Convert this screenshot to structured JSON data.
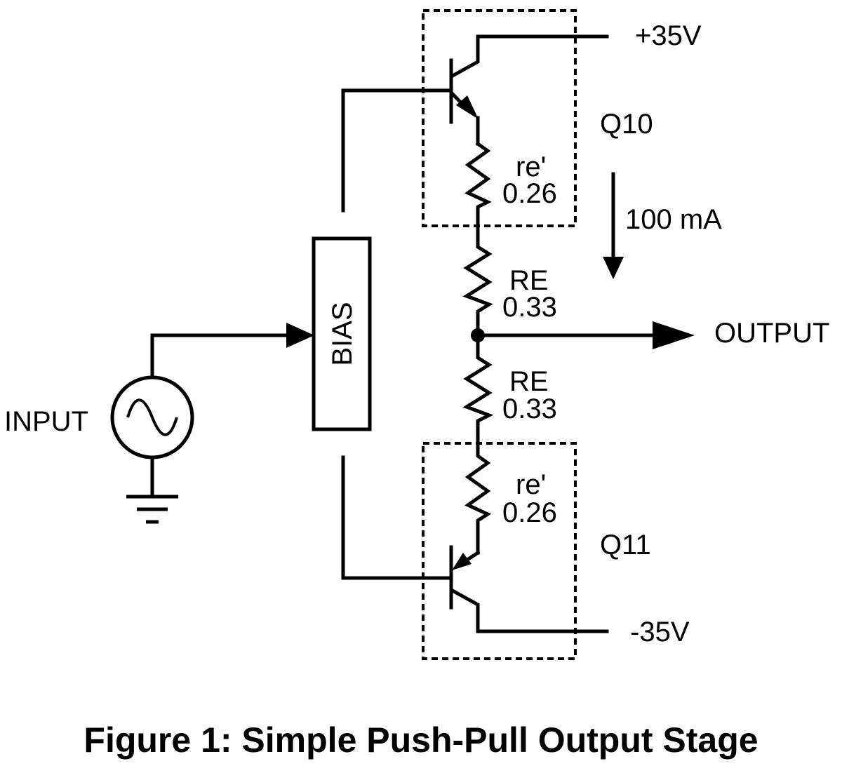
{
  "supply": {
    "positive": "+35V",
    "negative": "-35V"
  },
  "transistors": {
    "upper": "Q10",
    "lower": "Q11"
  },
  "resistors": {
    "re_upper": {
      "name": "re'",
      "value": "0.26"
    },
    "RE_upper": {
      "name": "RE",
      "value": "0.33"
    },
    "RE_lower": {
      "name": "RE",
      "value": "0.33"
    },
    "re_lower": {
      "name": "re'",
      "value": "0.26"
    }
  },
  "current": "100 mA",
  "bias": "BIAS",
  "input": "INPUT",
  "output": "OUTPUT",
  "caption": "Figure 1: Simple Push-Pull Output Stage"
}
